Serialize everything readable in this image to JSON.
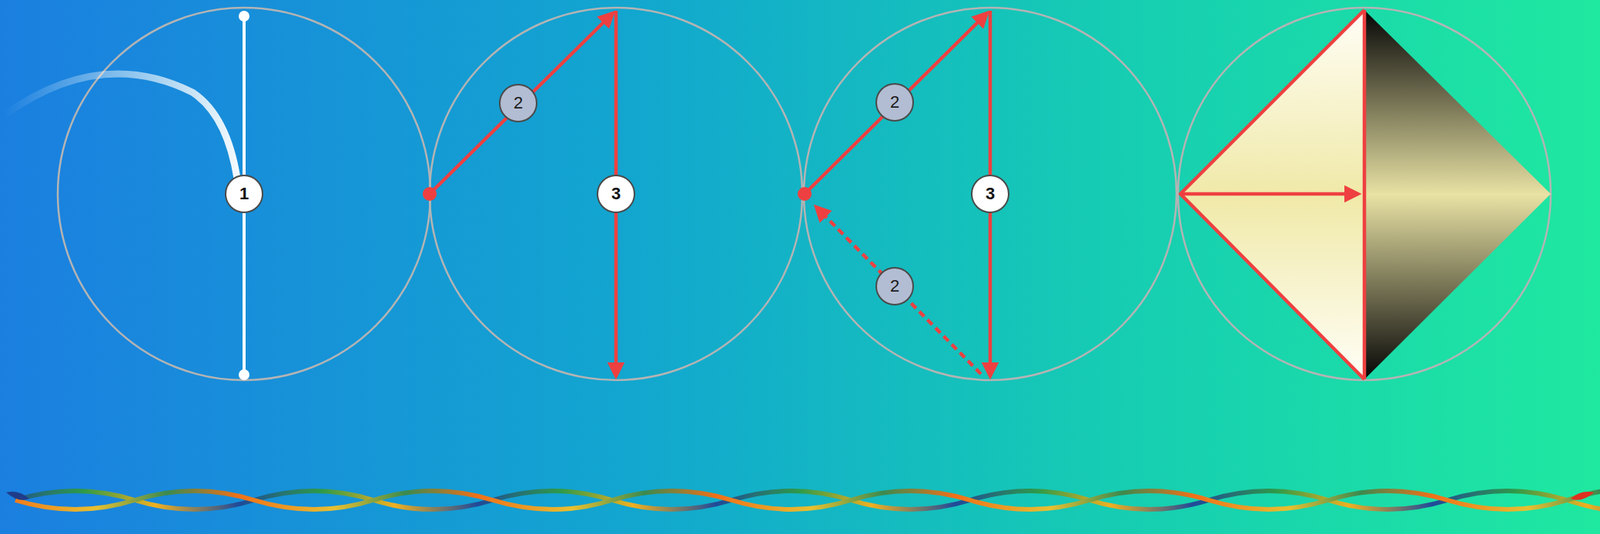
{
  "diagram": {
    "labels": [
      "1",
      "2",
      "3",
      "2",
      "3",
      "2"
    ]
  }
}
